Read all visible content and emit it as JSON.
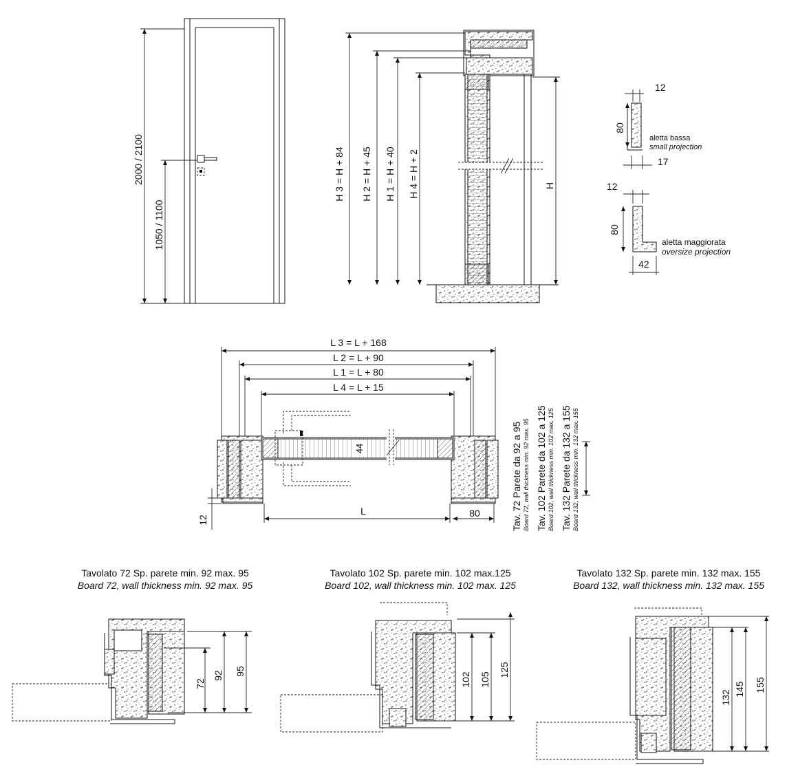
{
  "door_elevation": {
    "height_label": "2000 / 2100",
    "handle_height_label": "1050 / 1100"
  },
  "vertical_section": {
    "h3_label": "H 3 = H + 84",
    "h2_label": "H 2 = H + 45",
    "h1_label": "H 1 = H + 40",
    "h4_label": "H 4 = H + 2",
    "h_label": "H"
  },
  "projections": {
    "small": {
      "top_dim": "12",
      "height_dim": "80",
      "bottom_dim": "17",
      "name_it": "aletta bassa",
      "name_en": "small projection"
    },
    "oversize": {
      "top_dim": "12",
      "height_dim": "80",
      "bottom_dim": "42",
      "name_it": "aletta maggiorata",
      "name_en": "oversize projection"
    }
  },
  "horizontal_section": {
    "l3_label": "L 3 = L + 168",
    "l2_label": "L 2 = L + 90",
    "l1_label": "L 1 = L + 80",
    "l4_label": "L 4 = L + 15",
    "door_thickness": "44",
    "l_label": "L",
    "frame_depth": "80",
    "side_dim": "12",
    "boards": [
      {
        "title": "Tav. 72 Parete da 92 a 95",
        "subtitle": "Board 72, wall thickness min. 92 max. 95"
      },
      {
        "title": "Tav. 102 Parete da 102 a 125",
        "subtitle": "Board 102, wall thickness min. 102 max. 125"
      },
      {
        "title": "Tav. 132 Parete da 132 a 155",
        "subtitle": "Board 132, wall thickness min. 132 max. 155"
      }
    ]
  },
  "details": [
    {
      "title_it": "Tavolato 72 Sp. parete min. 92 max. 95",
      "title_en": "Board 72, wall thickness min. 92 max. 95",
      "dims": [
        "72",
        "92",
        "95"
      ]
    },
    {
      "title_it": "Tavolato 102 Sp. parete min. 102 max.125",
      "title_en": "Board 102, wall thickness min. 102 max. 125",
      "dims": [
        "102",
        "105",
        "125"
      ]
    },
    {
      "title_it": "Tavolato 132 Sp. parete min. 132 max. 155",
      "title_en": "Board 132, wall thickness min. 132 max. 155",
      "dims": [
        "132",
        "145",
        "155"
      ]
    }
  ]
}
